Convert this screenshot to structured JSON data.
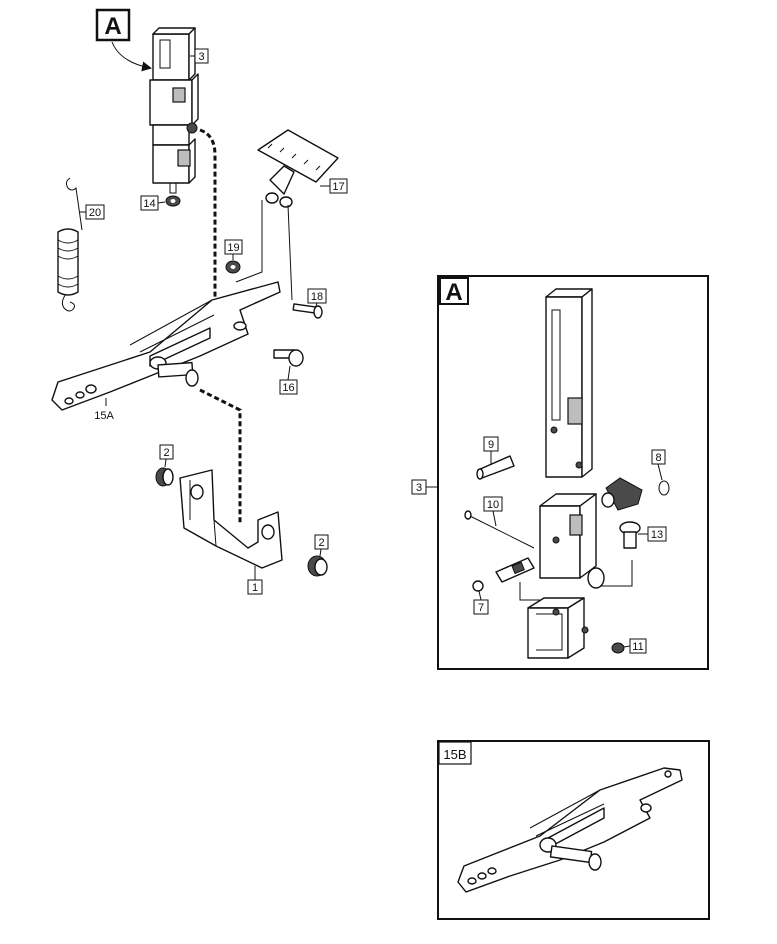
{
  "callouts": {
    "detail_a": "A",
    "detail_a_frame": "A",
    "detail_15b": "15B"
  },
  "parts": {
    "p1": "1",
    "p2a": "2",
    "p2b": "2",
    "p3": "3",
    "p3_frame": "3",
    "p7": "7",
    "p8": "8",
    "p9": "9",
    "p10": "10",
    "p11": "11",
    "p13": "13",
    "p14": "14",
    "p15a": "15A",
    "p16": "16",
    "p17": "17",
    "p18": "18",
    "p19": "19",
    "p20": "20"
  }
}
